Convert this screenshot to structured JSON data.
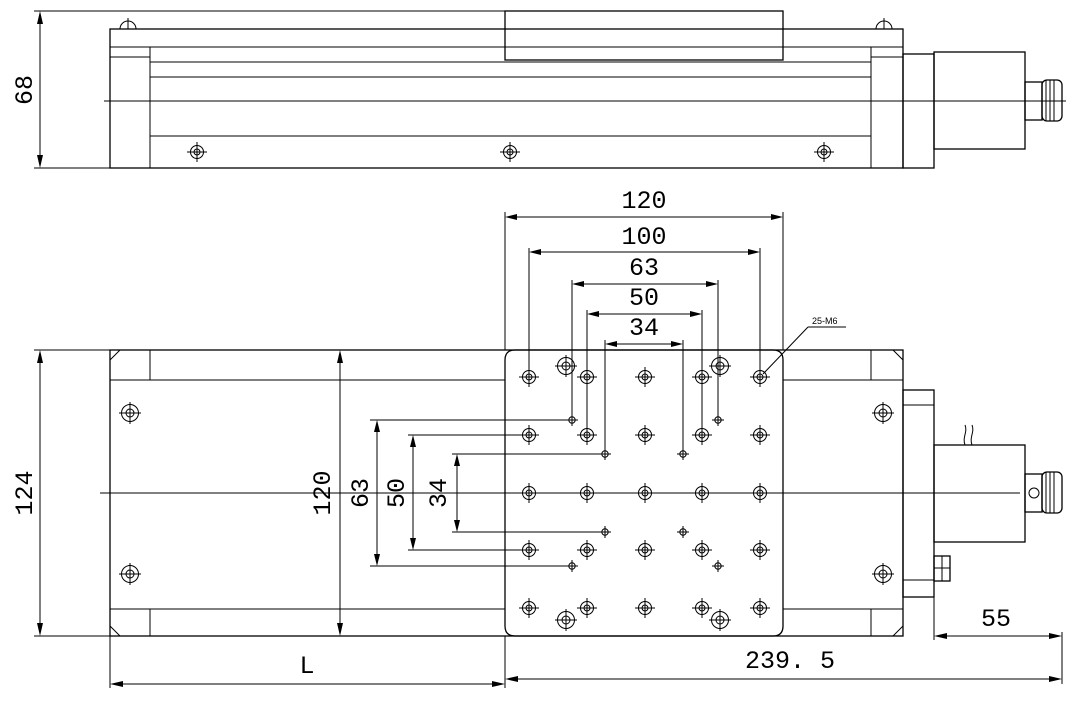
{
  "side_view": {
    "height_label": "68"
  },
  "top_view": {
    "horizontal_dims": [
      "120",
      "100",
      "63",
      "50",
      "34"
    ],
    "vertical_dims": [
      "120",
      "63",
      "50",
      "34"
    ],
    "overall_height_label": "124",
    "hole_callout": "25-M6",
    "length_label": "L",
    "total_length_label": "239. 5",
    "motor_length_label": "55"
  }
}
